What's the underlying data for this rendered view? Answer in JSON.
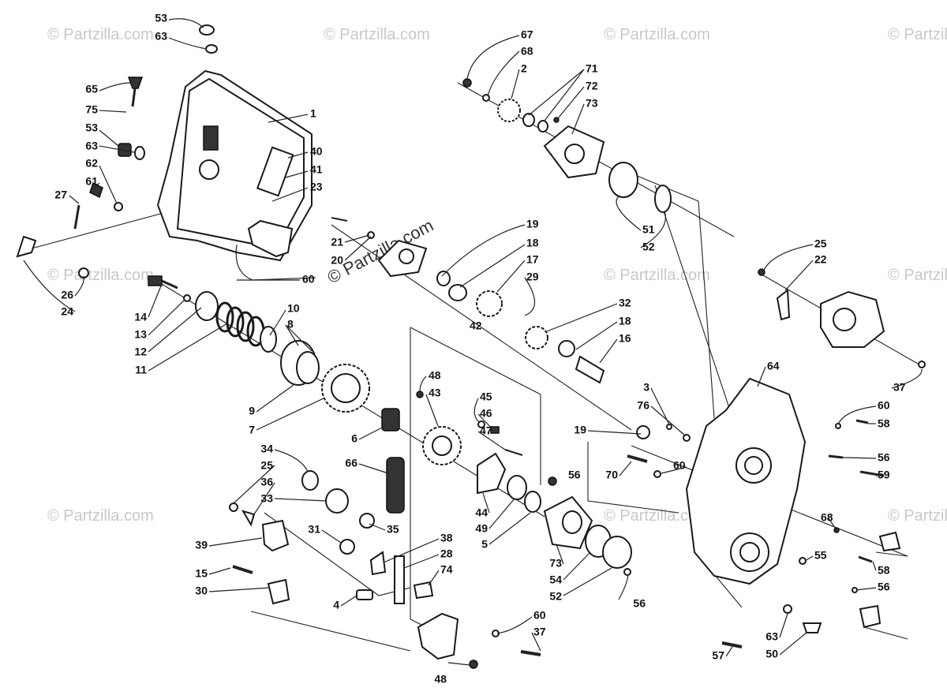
{
  "watermark": {
    "text": "© Partzilla.com",
    "center_text": "© Partzilla.com"
  },
  "labels": {
    "p53a": "53",
    "p63a": "63",
    "p65": "65",
    "p75": "75",
    "p53b": "53",
    "p63b": "63",
    "p62": "62",
    "p61": "61",
    "p27": "27",
    "p1": "1",
    "p40": "40",
    "p41": "41",
    "p23": "23",
    "p26": "26",
    "p24": "24",
    "p21": "21",
    "p20": "20",
    "p60a": "60",
    "p14": "14",
    "p13": "13",
    "p12": "12",
    "p11": "11",
    "p10": "10",
    "p8": "8",
    "p9": "9",
    "p7": "7",
    "p6": "6",
    "p48a": "48",
    "p43": "43",
    "p42": "42",
    "p45": "45",
    "p46": "46",
    "p47": "47",
    "p66": "66",
    "p44": "44",
    "p49": "49",
    "p5": "5",
    "p34": "34",
    "p25a": "25",
    "p36": "36",
    "p33": "33",
    "p35": "35",
    "p39": "39",
    "p31": "31",
    "p38": "38",
    "p28": "28",
    "p74": "74",
    "p15": "15",
    "p30": "30",
    "p4": "4",
    "p60b": "60",
    "p37a": "37",
    "p48b": "48",
    "p19a": "19",
    "p18a": "18",
    "p17": "17",
    "p29": "29",
    "p32": "32",
    "p18b": "18",
    "p16": "16",
    "p67": "67",
    "p68a": "68",
    "p2": "2",
    "p71": "71",
    "p72": "72",
    "p73a": "73",
    "p51": "51",
    "p52a": "52",
    "p25b": "25",
    "p22": "22",
    "p37b": "37",
    "p64": "64",
    "p60c": "60",
    "p58a": "58",
    "p56a": "56",
    "p59": "59",
    "p3": "3",
    "p76": "76",
    "p19b": "19",
    "p70": "70",
    "p60d": "60",
    "p56b": "56",
    "p73b": "73",
    "p54": "54",
    "p52b": "52",
    "p68b": "68",
    "p55": "55",
    "p58b": "58",
    "p56c": "56",
    "p56d": "56",
    "p57": "57",
    "p63c": "63",
    "p50": "50"
  }
}
